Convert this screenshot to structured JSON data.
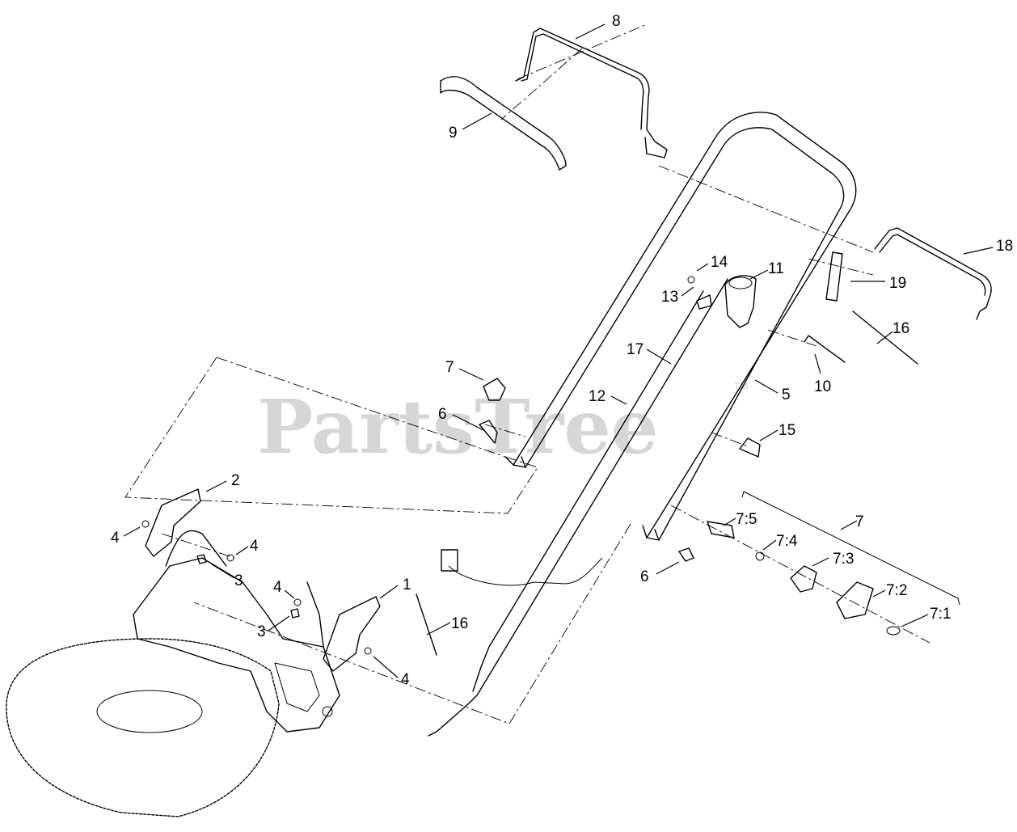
{
  "watermark": {
    "text": "PartsTree",
    "tm": "TM"
  },
  "callouts": [
    {
      "id": "c8",
      "text": "8"
    },
    {
      "id": "c9",
      "text": "9"
    },
    {
      "id": "c18",
      "text": "18"
    },
    {
      "id": "c14",
      "text": "14"
    },
    {
      "id": "c11",
      "text": "11"
    },
    {
      "id": "c13",
      "text": "13"
    },
    {
      "id": "c19",
      "text": "19"
    },
    {
      "id": "c16a",
      "text": "16"
    },
    {
      "id": "c17",
      "text": "17"
    },
    {
      "id": "c7a",
      "text": "7"
    },
    {
      "id": "c12",
      "text": "12"
    },
    {
      "id": "c10",
      "text": "10"
    },
    {
      "id": "c5",
      "text": "5"
    },
    {
      "id": "c6a",
      "text": "6"
    },
    {
      "id": "c15",
      "text": "15"
    },
    {
      "id": "c2",
      "text": "2"
    },
    {
      "id": "c4a",
      "text": "4"
    },
    {
      "id": "c4b",
      "text": "4"
    },
    {
      "id": "c3a",
      "text": "3"
    },
    {
      "id": "c7b",
      "text": "7"
    },
    {
      "id": "c75",
      "text": "7:5"
    },
    {
      "id": "c74",
      "text": "7:4"
    },
    {
      "id": "c73",
      "text": "7:3"
    },
    {
      "id": "c6b",
      "text": "6"
    },
    {
      "id": "c4c",
      "text": "4"
    },
    {
      "id": "c1",
      "text": "1"
    },
    {
      "id": "c72",
      "text": "7:2"
    },
    {
      "id": "c16b",
      "text": "16"
    },
    {
      "id": "c3b",
      "text": "3"
    },
    {
      "id": "c71",
      "text": "7:1"
    },
    {
      "id": "c4d",
      "text": "4"
    }
  ]
}
